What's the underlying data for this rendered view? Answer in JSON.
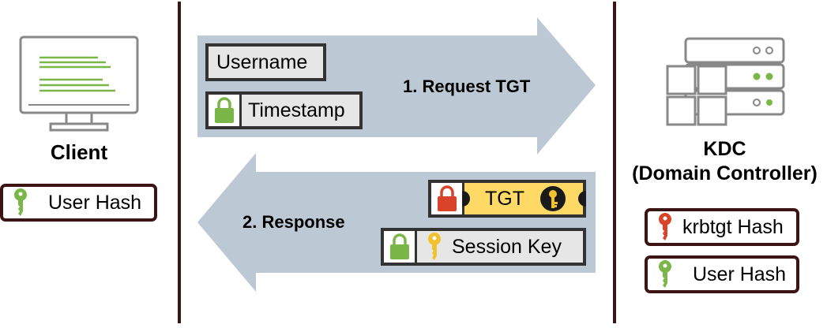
{
  "client": {
    "label": "Client",
    "hash_label": "User Hash"
  },
  "kdc": {
    "label_line1": "KDC",
    "label_line2": "(Domain Controller)",
    "krbtgt_hash_label": "krbtgt Hash",
    "user_hash_label": "User Hash"
  },
  "request": {
    "label": "1. Request TGT",
    "username_label": "Username",
    "timestamp_label": "Timestamp"
  },
  "response": {
    "label": "2. Response",
    "tgt_label": "TGT",
    "session_key_label": "Session Key"
  },
  "icons": [
    "monitor-icon",
    "server-rack-icon",
    "key-icon",
    "lock-icon"
  ],
  "colors": {
    "arrow": "#bcc8d3",
    "divider": "#3d1414",
    "box_fill": "#e6e6e6",
    "box_border": "#333333",
    "green": "#7ab648",
    "red": "#d9432a",
    "gold": "#f2c12e",
    "tgt_fill": "#ffd966"
  }
}
